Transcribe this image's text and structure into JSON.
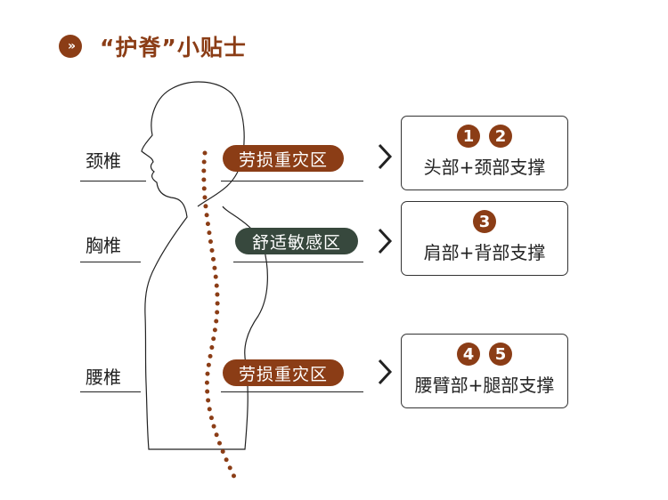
{
  "title": {
    "icon": "double-chevron-right-icon",
    "text": "“护脊”小贴士"
  },
  "colors": {
    "brown": "#8b3d16",
    "green": "#37483d"
  },
  "regions": [
    {
      "label": "颈椎",
      "badge": "劳损重灾区",
      "badge_color": "brown",
      "numbers": [
        "1",
        "2"
      ],
      "support": "头部+颈部支撑"
    },
    {
      "label": "胸椎",
      "badge": "舒适敏感区",
      "badge_color": "green",
      "numbers": [
        "3"
      ],
      "support": "肩部+背部支撑"
    },
    {
      "label": "腰椎",
      "badge": "劳损重灾区",
      "badge_color": "brown",
      "numbers": [
        "4",
        "5"
      ],
      "support": "腰臂部+腿部支撑"
    }
  ]
}
